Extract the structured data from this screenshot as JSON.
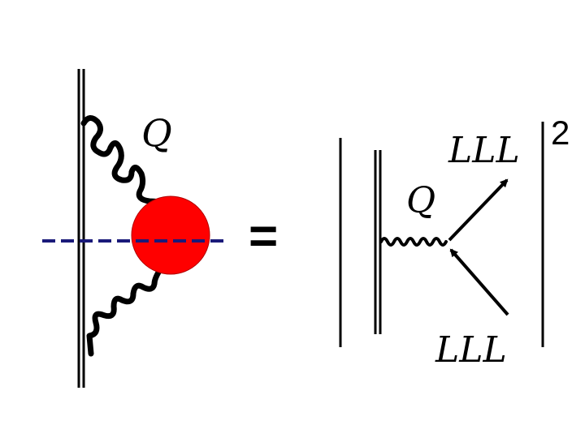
{
  "left_diagram": {
    "photon_label": "Q",
    "blob_color": "#ff0000",
    "cut_line_color": "#1a1a7a"
  },
  "equals_sign": "=",
  "right_diagram": {
    "photon_label": "Q",
    "outgoing_label": "LLL",
    "incoming_label": "LLL",
    "exponent": "2"
  }
}
